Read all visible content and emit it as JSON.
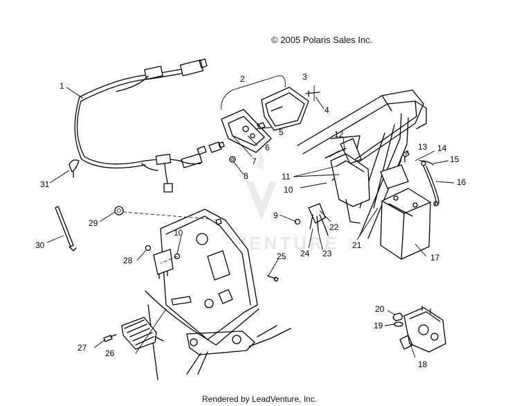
{
  "header": {
    "copyright": "© 2005 Polaris Sales Inc."
  },
  "footer": {
    "rendered_by": "Rendered by LeadVenture, Inc."
  },
  "watermark": {
    "text": "LEADVENTURE"
  },
  "callouts": [
    "1",
    "2",
    "3",
    "4",
    "5",
    "6",
    "7",
    "8",
    "9",
    "10",
    "10",
    "11",
    "12",
    "13",
    "14",
    "15",
    "16",
    "17",
    "18",
    "19",
    "20",
    "21",
    "22",
    "23",
    "24",
    "25",
    "26",
    "27",
    "28",
    "29",
    "30",
    "31"
  ]
}
